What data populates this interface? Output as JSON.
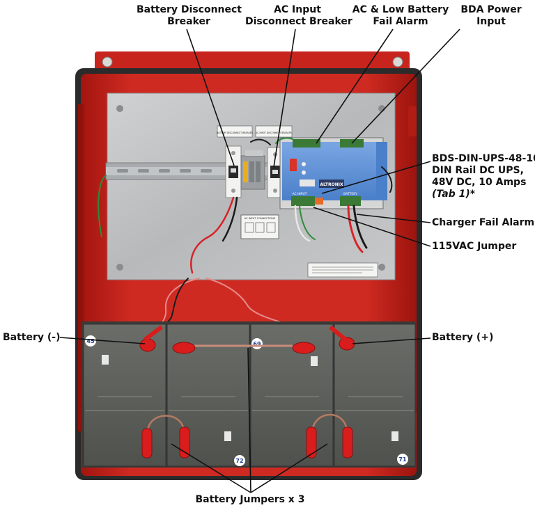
{
  "callouts": {
    "battery_disconnect_breaker": {
      "line1": "Battery Disconnect",
      "line2": "Breaker"
    },
    "ac_input_disconnect_breaker": {
      "line1": "AC Input",
      "line2": "Disconnect Breaker"
    },
    "ac_low_battery_fail_alarm": {
      "line1": "AC & Low Battery",
      "line2": "Fail Alarm"
    },
    "bda_power_input": {
      "line1": "BDA Power",
      "line2": "Input"
    },
    "ups_module": {
      "line1": "BDS-DIN-UPS-48-10,",
      "line2": "DIN Rail DC UPS,",
      "line3": "48V DC, 10 Amps",
      "line4": "(Tab 1)*"
    },
    "charger_fail_alarm": "Charger Fail Alarm",
    "jumper_115vac": "115VAC Jumper",
    "battery_negative": "Battery (-)",
    "battery_positive": "Battery (+)",
    "battery_jumpers": "Battery Jumpers x 3"
  },
  "panel_labels": {
    "battery_disconnect_breaker": "BATTERY DISCONNECT BREAKER",
    "ac_input_disconnect_breaker": "AC INPUT DISCONNECT BREAKER",
    "ac_input_connections": "AC INPUT CONNECTIONS",
    "ups_ac_input": "AC INPUT",
    "ups_battery": "BATTERY",
    "ups_brand": "ALTRONIX"
  },
  "battery_numbers": [
    "45",
    "69",
    "72",
    "71"
  ],
  "colors": {
    "enclosure_red": "#c8241e",
    "panel_gray": "#bcbec0",
    "ups_blue": "#5b8fd6",
    "battery_gray": "#5d5f5a",
    "terminal_red": "#d91c1c",
    "din_rail": "#a9acae",
    "breaker_white": "#f2f2f0"
  }
}
